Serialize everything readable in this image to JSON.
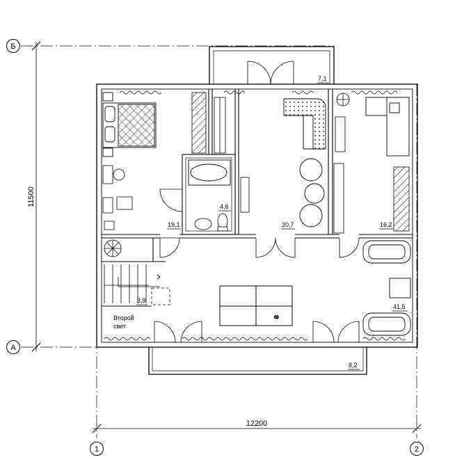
{
  "axes": {
    "rows": [
      "Б",
      "А"
    ],
    "columns": [
      "1",
      "2"
    ]
  },
  "dimensions": {
    "height": "11500",
    "width": "12200"
  },
  "rooms": {
    "balcony_top": "7,1",
    "bedroom": "19,1",
    "bathroom": "4,6",
    "living_center": "20,7",
    "room_right": "16,2",
    "stair": "3,9",
    "hall": "41,5",
    "terrace": "8,2"
  },
  "notes": {
    "second_light_1": "Второй",
    "second_light_2": "свет"
  }
}
